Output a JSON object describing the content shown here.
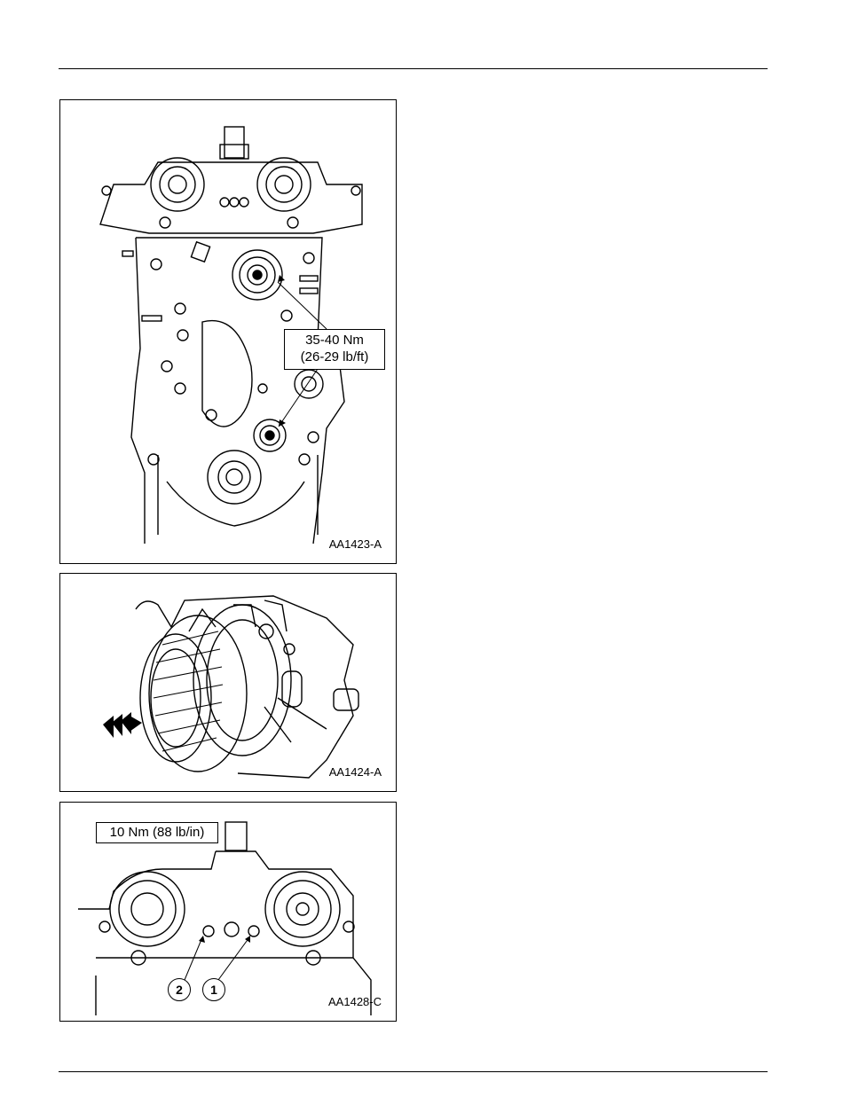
{
  "figures": [
    {
      "id": "AA1423-A",
      "torque_label": [
        "35-40 Nm",
        "(26-29 lb/ft)"
      ]
    },
    {
      "id": "AA1424-A"
    },
    {
      "id": "AA1428-C",
      "torque_label": "10 Nm (88 lb/in)",
      "callouts": [
        "2",
        "1"
      ]
    }
  ]
}
